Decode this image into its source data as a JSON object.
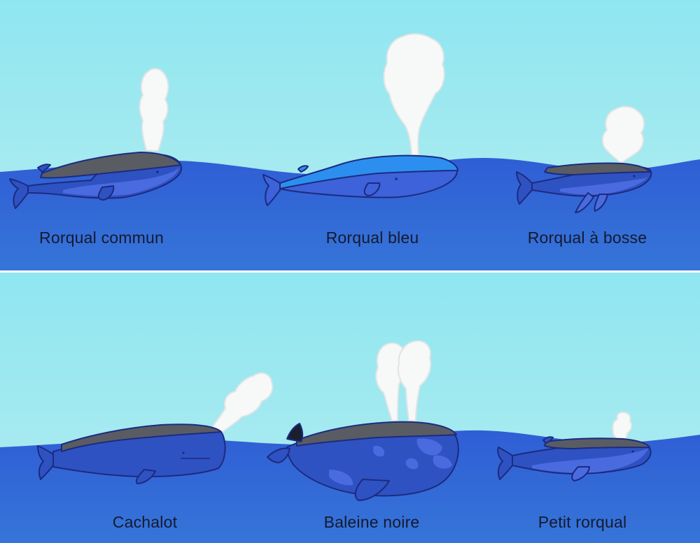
{
  "colors": {
    "sky_top": "#8fe6f1",
    "sky_bottom": "#b3ecef",
    "sea_top": "#2f5fd6",
    "sea_bottom": "#3474d6",
    "whale_dark": "#5a5c63",
    "whale_body": "#2f52c2",
    "whale_belly": "#4a6be0",
    "blue_whale_body": "#2c8ff0",
    "blue_whale_belly": "#3d62da",
    "spout": "#f7f8f8",
    "outline": "#1c2b80"
  },
  "top_panel": {
    "whales": [
      {
        "label": "Rorqual commun",
        "icon": "fin-whale-icon"
      },
      {
        "label": "Rorqual bleu",
        "icon": "blue-whale-icon"
      },
      {
        "label": "Rorqual à bosse",
        "icon": "humpback-whale-icon"
      }
    ]
  },
  "bottom_panel": {
    "whales": [
      {
        "label": "Cachalot",
        "icon": "sperm-whale-icon"
      },
      {
        "label": "Baleine noire",
        "icon": "right-whale-icon"
      },
      {
        "label": "Petit rorqual",
        "icon": "minke-whale-icon"
      }
    ]
  }
}
